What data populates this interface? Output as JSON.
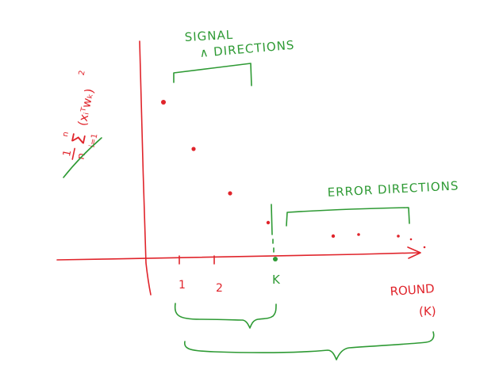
{
  "labels": {
    "signal_line1": "SIGNAL",
    "signal_line2": "∧ DIRECTIONS",
    "error": "ERROR DIRECTIONS",
    "round": "ROUND",
    "round_k": "(K)",
    "tick_1": "1",
    "tick_2": "2",
    "tick_k": "K"
  },
  "formula": {
    "coef_num": "1",
    "coef_den": "n",
    "sum_top": "n",
    "sum_bottom": "i=1",
    "sum_symbol": "Σ",
    "term": "(xᵢᵀwₖ)",
    "power": "2"
  },
  "colors": {
    "red": "#e0242b",
    "green": "#2e9a34",
    "background": "#ffffff"
  }
}
